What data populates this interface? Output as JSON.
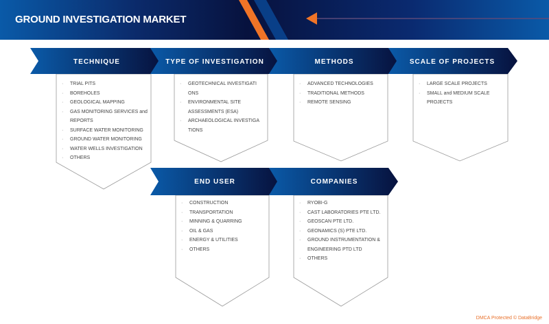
{
  "header": {
    "title": "GROUND INVESTIGATION MARKET"
  },
  "colors": {
    "accent": "#f07427",
    "navy": "#07123e",
    "blue": "#0a5aa8"
  },
  "segments": [
    {
      "label": "TECHNIQUE",
      "items": [
        "TRIAL PITS",
        "BOREHOLES",
        "GEOLOGICAL MAPPING",
        "GAS MONITORING SERVICES and REPORTS",
        "SURFACE WATER MONITORING",
        "GROUND WATER MONITORING",
        "WATER WELLS INVESTIGATION",
        "OTHERS"
      ]
    },
    {
      "label": "TYPE OF INVESTIGATION",
      "items": [
        "GEOTECHNICAL INVESTIGATIONS",
        "ENVIRONMENTAL SITE ASSESSMENTS (ESA)",
        "ARCHAEOLOGICAL INVESTIGATIONS"
      ]
    },
    {
      "label": "METHODS",
      "items": [
        "ADVANCED TECHNOLOGIES",
        "TRADITIONAL METHODS",
        "REMOTE SENSING"
      ]
    },
    {
      "label": "SCALE OF PROJECTS",
      "items": [
        "LARGE SCALE PROJECTS",
        "SMALL and MEDIUM SCALE PROJECTS"
      ]
    },
    {
      "label": "END USER",
      "items": [
        "CONSTRUCTION",
        "TRANSPORTATION",
        "MINNING & QUARRING",
        "OIL & GAS",
        "ENERGY & UTILITIES",
        "OTHERS"
      ]
    },
    {
      "label": "COMPANIES",
      "items": [
        "RYOBI-G",
        "CAST LABORATORIES PTE LTD.",
        "GEOSCAN PTE LTD.",
        "GEONAMICS (S) PTE LTD.",
        "GROUND INSTRUMENTATION & ENGINEERING PTD LTD",
        "OTHERS"
      ]
    }
  ],
  "footer": "DMCA Protected © DataBridge"
}
